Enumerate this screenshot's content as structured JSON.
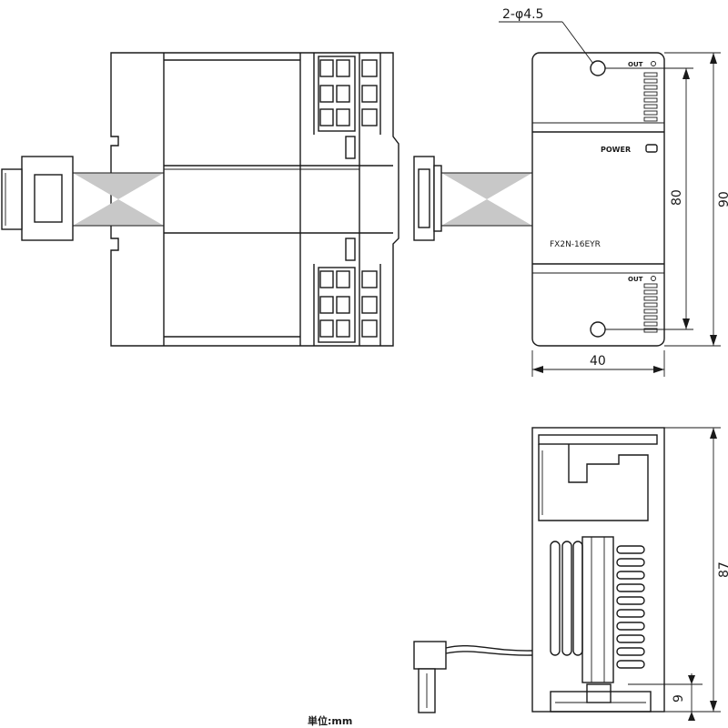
{
  "dimensions": {
    "hole_callout": "2-φ4.5",
    "height_outer": "90",
    "height_inner": "80",
    "width": "40",
    "depth": "87",
    "foot": "9"
  },
  "labels": {
    "power": "POWER",
    "model": "FX2N-16EYR",
    "out_top": "OUT",
    "out_bottom": "OUT"
  },
  "unit_label": "単位:mm"
}
